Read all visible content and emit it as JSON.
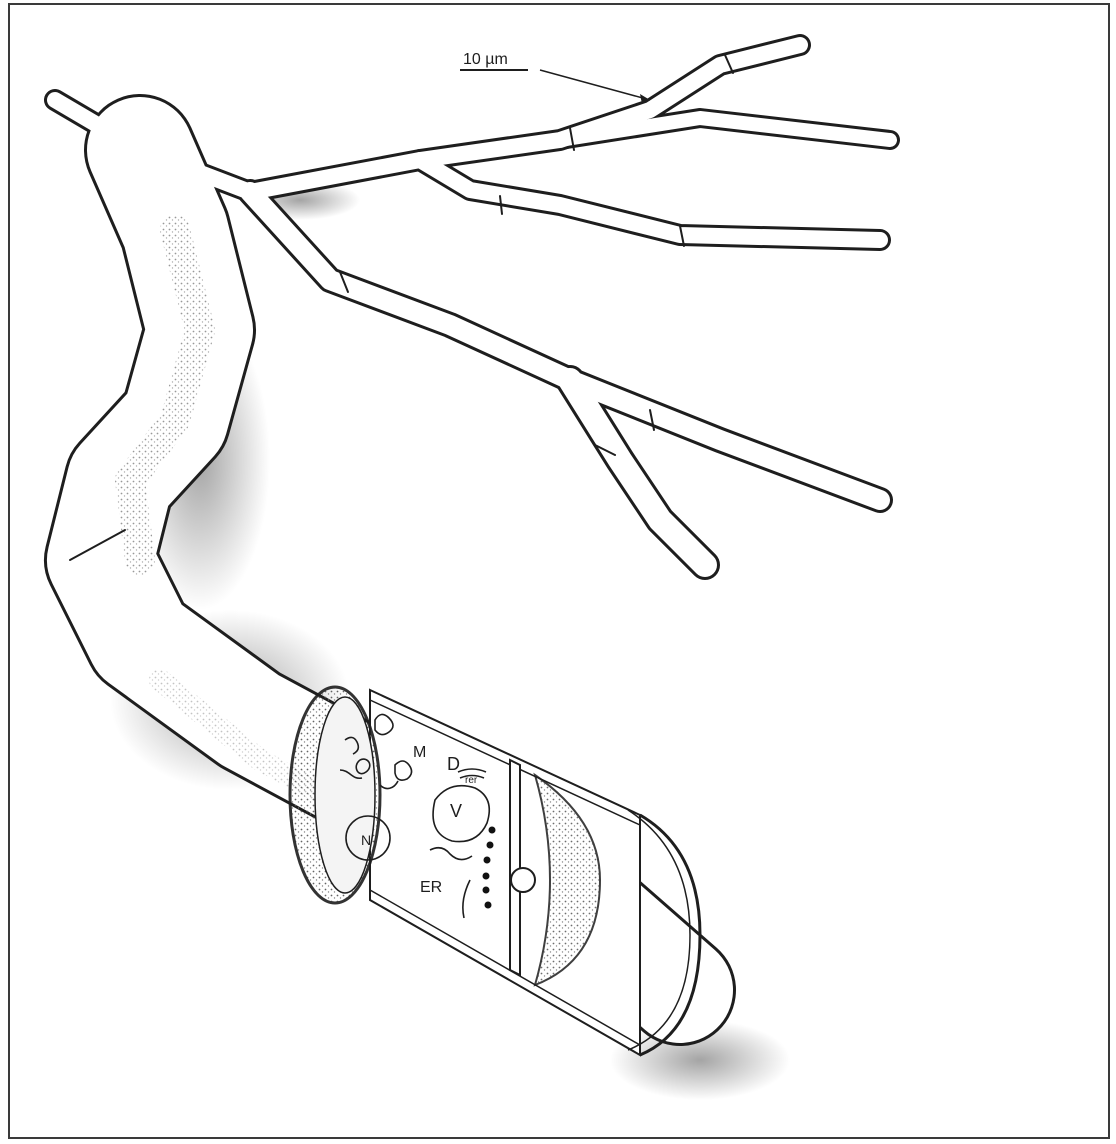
{
  "scale_bar": {
    "label": "10 µm"
  },
  "labels": {
    "mitochondria": "M",
    "dictyosome": "D",
    "dictyosome_sub": "rer",
    "vacuole": "V",
    "nucleus": "N",
    "endoplasmic_reticulum": "ER"
  },
  "colors": {
    "ink": "#1e1e1e",
    "paper": "#ffffff",
    "stipple": "#8a8a8a"
  }
}
